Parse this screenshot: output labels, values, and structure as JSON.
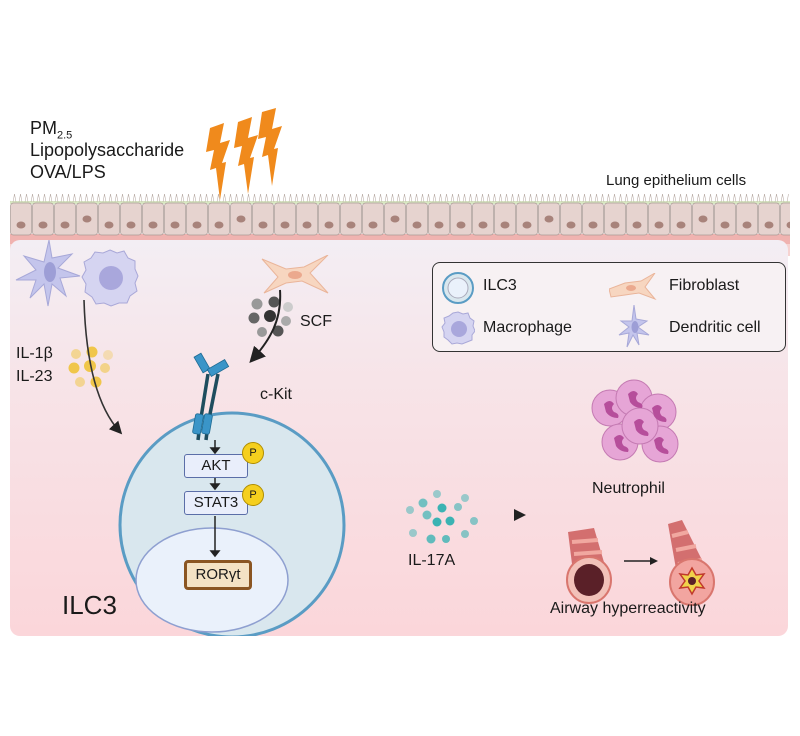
{
  "stimuli": {
    "pm_base": "PM",
    "pm_sub": "2.5",
    "line2": "Lipopolysaccharide",
    "line3": "OVA/LPS"
  },
  "epithelium_label": "Lung epithelium cells",
  "legend": {
    "items": [
      {
        "label": "ILC3"
      },
      {
        "label": "Fibroblast"
      },
      {
        "label": "Macrophage"
      },
      {
        "label": "Dendritic cell"
      }
    ]
  },
  "cytokines": {
    "il1b": "IL-1β",
    "il23": "IL-23",
    "scf": "SCF",
    "il17a": "IL-17A"
  },
  "receptor": "c-Kit",
  "pathway": {
    "akt": "AKT",
    "stat3": "STAT3",
    "rorgt": "RORγt",
    "phospho": "P"
  },
  "cell_label": "ILC3",
  "outcomes": {
    "neutrophil": "Neutrophil",
    "airway": "Airway hyperreactivity"
  },
  "colors": {
    "lightning": "#f08a1c",
    "ilc3_membrane": "#5a9cc4",
    "ilc3_fill": "#d9e7ee",
    "ckit": "#3a95c8",
    "phospho": "#f5cf1e",
    "il17a_dots": "#3bb3b3",
    "il1b_dots": "#f0c64a",
    "scf_dots": "#555555",
    "neutrophil": "#e6a5d6",
    "epithelium": "#e6d3cf"
  }
}
